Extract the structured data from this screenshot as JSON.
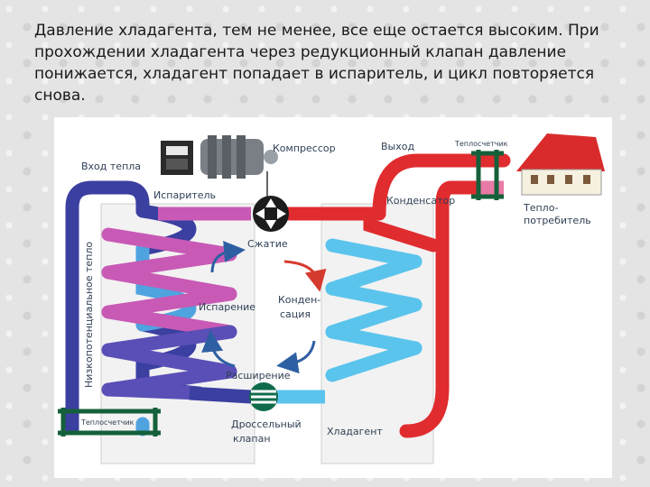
{
  "caption": "Давление хладагента, тем не менее, все еще остается высоким. При прохождении хладагента через редукционный клапан давление понижается, хладагент попадает в испаритель, и цикл повторяется снова.",
  "diagram": {
    "labels": {
      "compressor": "Компрессор",
      "heat_input": "Вход тепла",
      "evaporator": "Испаритель",
      "output": "Выход",
      "heat_meter_top": "Теплосчетчик",
      "condenser": "Конденсатор",
      "heat_consumer_1": "Тепло-",
      "heat_consumer_2": "потребитель",
      "compression": "Сжатие",
      "evaporation": "Испарение",
      "condensation_1": "Конден-",
      "condensation_2": "сация",
      "expansion": "Расширение",
      "low_potential_heat": "Низкопотенциальное тепло",
      "heat_meter_bottom": "Теплосчетчик",
      "throttle_valve_1": "Дроссельный",
      "throttle_valve_2": "клапан",
      "refrigerant": "Хладагент"
    },
    "colors": {
      "cold_pipe": "#4fa3df",
      "ground_loop": "#3b3fa0",
      "evaporator_coil": "#c85ab5",
      "hot_pipe": "#e02c2f",
      "condenser_coil": "#5ac4ec",
      "heat_meter": "#14603a",
      "label": "#2f3f55"
    },
    "icons": [
      "compressor-motor-icon",
      "meter-device-icon",
      "house-icon",
      "compressor-symbol-icon",
      "throttle-valve-icon"
    ]
  }
}
